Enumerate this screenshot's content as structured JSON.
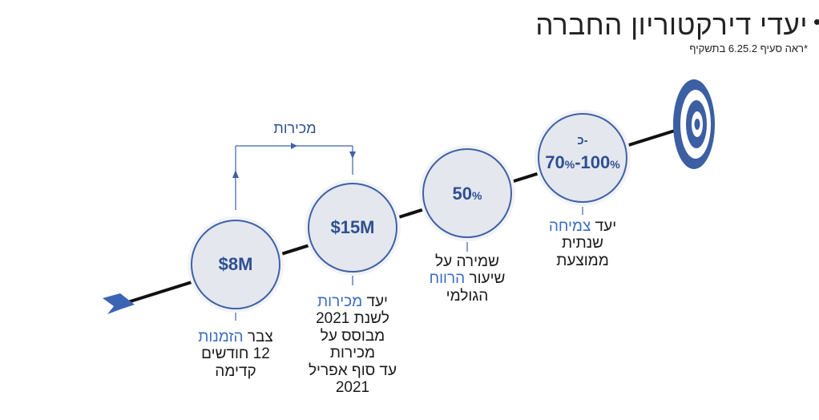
{
  "header": {
    "title": "יעדי דירקטוריון החברה",
    "subtitle": "*ראה סעיף 6.25.2 בתשקיף"
  },
  "colors": {
    "accent": "#2e4f92",
    "highlight": "#3b6cc2",
    "circle_fill": "#e4e7ee",
    "circle_ring": "#3e61a8",
    "target_dark": "#3c5fa3"
  },
  "flow": {
    "sales_label": "מכירות"
  },
  "milestones": [
    {
      "value": "$8M",
      "desc": {
        "line1_pre": "צבר ",
        "line1_hl": "הזמנות",
        "line2": "12 חודשים",
        "line3": "קדימה"
      }
    },
    {
      "value": "$15M",
      "desc": {
        "line1_pre": "יעד ",
        "line1_hl": "מכירות",
        "line2": "לשנת 2021",
        "line3": "מבוסס על",
        "line4": "מכירות",
        "line5": "עד סוף אפריל",
        "line6": "2021"
      }
    },
    {
      "value_num": "50",
      "value_pct": "%",
      "desc": {
        "line1": "שמירה על",
        "line2_pre": "שיעור ",
        "line2_hl": "הרווח",
        "line3": "הגולמי"
      }
    },
    {
      "prefix": "כ-",
      "value_num_a": "70",
      "value_pct_a": "%",
      "value_sep": "-",
      "value_num_b": "100",
      "value_pct_b": "%",
      "desc": {
        "line1_pre": "יעד ",
        "line1_hl": "צמיחה",
        "line2": "שנתית",
        "line3": "ממוצעת"
      }
    }
  ]
}
